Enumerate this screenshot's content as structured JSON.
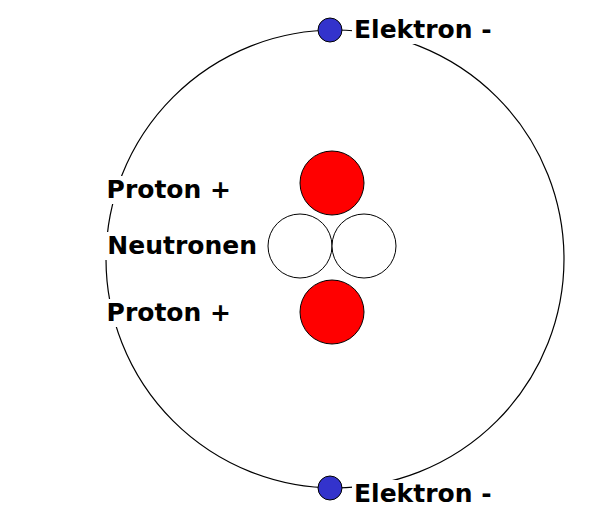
{
  "diagram": {
    "labels": [
      "Elektron -",
      "Proton +",
      "Neutronen",
      "Proton +",
      "Elektron -"
    ]
  }
}
